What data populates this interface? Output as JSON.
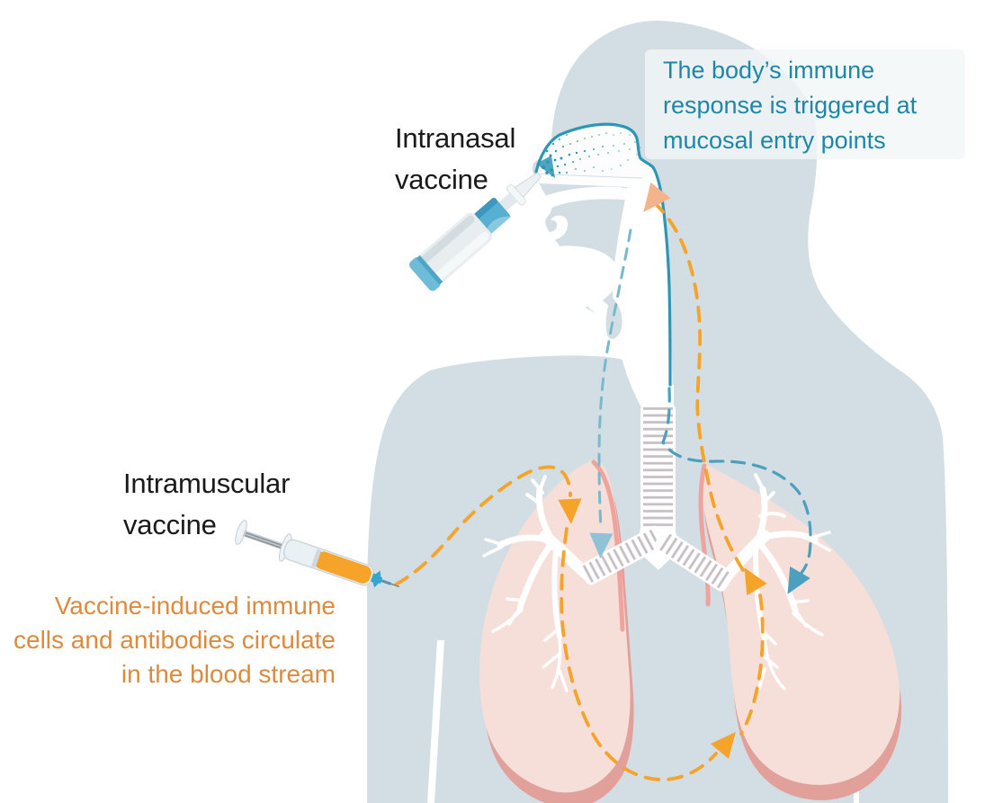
{
  "annotations": {
    "intranasal_label": {
      "line1": "Intranasal",
      "line2": "vaccine"
    },
    "intramuscular_label": {
      "line1": "Intramuscular",
      "line2": "vaccine"
    },
    "mucosal_callout": {
      "line1": "The body’s immune",
      "line2": "response is triggered at",
      "line3": "mucosal entry points"
    },
    "bloodstream_callout": {
      "line1": "Vaccine-induced immune",
      "line2": "cells and antibodies circulate",
      "line3": "in the blood stream"
    }
  },
  "colors": {
    "body_silhouette": "#D2DEE3",
    "lung_fill": "#F5DFD8",
    "lung_shadow": "#E2A09B",
    "lung_rim": "#EFA39C",
    "teal_outline": "#2E96B5",
    "teal_text": "#1E87A8",
    "teal_dash": "#4C9FBE",
    "teal_dash_light": "#79B9CE",
    "arrow_light_blue": "#8FC2D5",
    "orange_accent": "#F5A329",
    "orange_text": "#D98C3F",
    "salmon_arrow": "#F3B48C",
    "spray_teal": "#57AFD2"
  }
}
